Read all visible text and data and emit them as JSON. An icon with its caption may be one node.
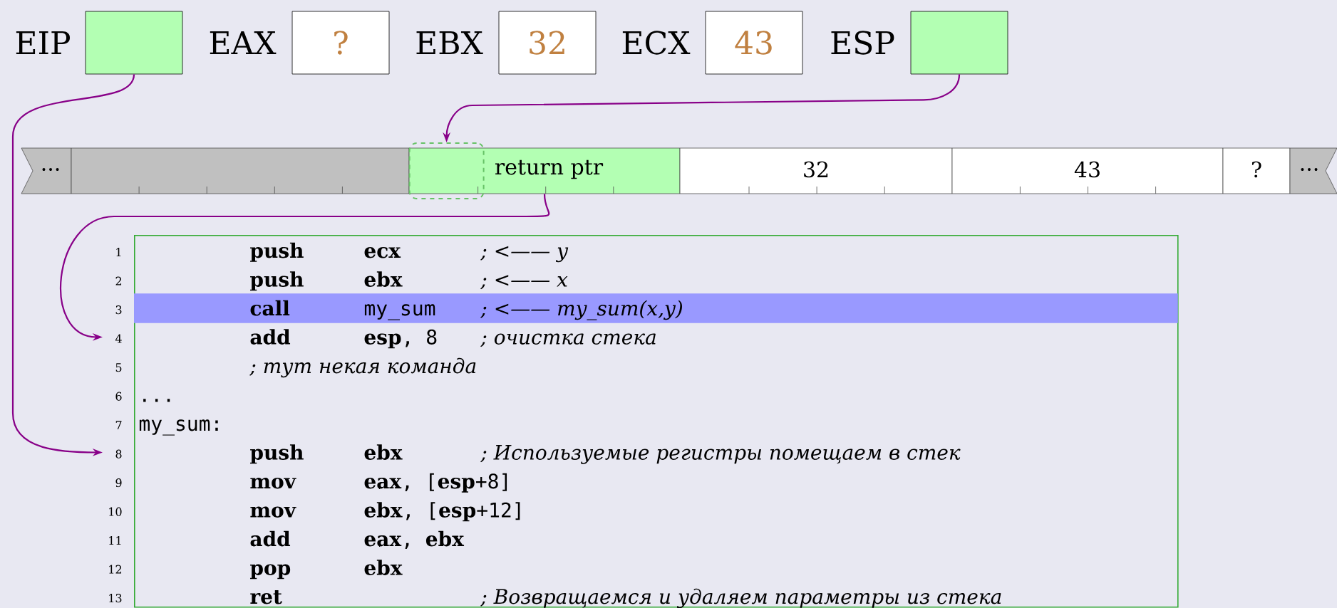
{
  "diagram": {
    "nodes": [
      {
        "text": [
          "EIP"
        ]
      },
      {
        "text": [
          "EAX",
          "?"
        ]
      },
      {
        "text": [
          "EBX",
          "32"
        ]
      },
      {
        "text": [
          "ECX",
          "43"
        ]
      },
      {
        "text": [
          "ESP"
        ]
      },
      {
        "text": [
          "..."
        ]
      },
      {
        "text": [],
        "shape": "box"
      },
      {
        "text": [
          "return ptr"
        ]
      },
      {
        "text": [],
        "shape": "box",
        "in": 7
      },
      {
        "text": [
          "32"
        ]
      },
      {
        "text": [
          "43"
        ]
      },
      {
        "text": [
          "?"
        ]
      },
      {
        "text": [
          "..."
        ]
      },
      {
        "text": [],
        "shape": "box"
      },
      {
        "text": [
          "1",
          "push",
          "**ecx**",
          "; <—— y"
        ],
        "in": 13
      },
      {
        "text": [
          "2",
          "push",
          "**ebx**",
          "; <—— x"
        ],
        "in": 13
      },
      {
        "text": [
          "3",
          "call",
          "my_sum",
          "; <—— my_sum(x,y)"
        ],
        "in": 13
      },
      {
        "text": [
          "4",
          "add",
          "**esp**, 8",
          "; очистка стека"
        ],
        "in": 13
      },
      {
        "text": [
          "5",
          "; тут некая команда"
        ],
        "in": 13
      },
      {
        "text": [
          "6",
          "..."
        ],
        "in": 13
      },
      {
        "text": [
          "7",
          "my_sum:"
        ],
        "in": 13
      },
      {
        "text": [
          "8",
          "push",
          "**ebx**",
          "; Используемые регистры помещаем в стек"
        ],
        "in": 13
      },
      {
        "text": [
          "9",
          "mov",
          "**eax**, [**esp**+8]"
        ],
        "in": 13
      },
      {
        "text": [
          "10",
          "mov",
          "**ebx**, [**esp**+12]"
        ],
        "in": 13
      },
      {
        "text": [
          "11",
          "add",
          "**eax**, **ebx**"
        ],
        "in": 13
      },
      {
        "text": [
          "12",
          "pop",
          "**ebx**"
        ],
        "in": 13
      },
      {
        "text": [
          "13",
          "ret",
          "; Возвращаемся и удаляем параметры из стека"
        ],
        "in": 13
      }
    ],
    "edges": [
      {
        "from": 0,
        "to": 21,
        "arrow": "to"
      },
      {
        "from": 4,
        "to": 8,
        "arrow": "to"
      },
      {
        "from": 7,
        "to": 17,
        "arrow": "to"
      }
    ]
  }
}
